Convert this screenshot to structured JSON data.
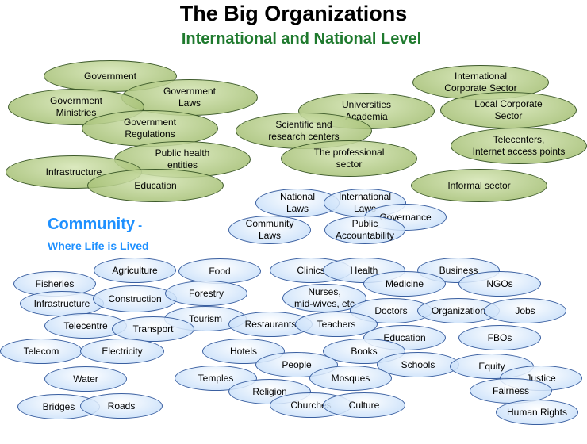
{
  "title": "The Big Organizations",
  "subtitle": "International and National Level",
  "community_heading": "Community",
  "community_dash": " -",
  "community_sub": "Where Life is Lived",
  "colors": {
    "title": "#000000",
    "subtitle": "#1f7a2e",
    "community": "#1e90ff",
    "green_ellipse": "#9bb864",
    "blue_ellipse": "#c8dff8"
  },
  "national_nodes": [
    {
      "id": "government",
      "label": "Government"
    },
    {
      "id": "government-laws",
      "label": "Government\nLaws"
    },
    {
      "id": "government-ministries",
      "label": "Government\nMinistries"
    },
    {
      "id": "government-regulations",
      "label": "Government\nRegulations"
    },
    {
      "id": "public-health-entities",
      "label": "Public health\nentities"
    },
    {
      "id": "infrastructure",
      "label": "Infrastructure"
    },
    {
      "id": "education",
      "label": "Education"
    },
    {
      "id": "universities-academia",
      "label": "Universities\nAcademia"
    },
    {
      "id": "scientific-research-centers",
      "label": "Scientific and\nresearch centers"
    },
    {
      "id": "professional-sector",
      "label": "The professional\nsector"
    },
    {
      "id": "international-corporate-sector",
      "label": "International\nCorporate Sector"
    },
    {
      "id": "local-corporate-sector",
      "label": "Local Corporate\nSector"
    },
    {
      "id": "telecenters",
      "label": "Telecenters,\nInternet access points"
    },
    {
      "id": "informal-sector",
      "label": "Informal sector"
    }
  ],
  "governance_nodes": [
    {
      "id": "national-laws",
      "label": "National\nLaws"
    },
    {
      "id": "international-laws",
      "label": "International\nLaws"
    },
    {
      "id": "governance",
      "label": "Governance"
    },
    {
      "id": "community-laws",
      "label": "Community\nLaws"
    },
    {
      "id": "public-accountability",
      "label": "Public\nAccountability"
    }
  ],
  "community_nodes": [
    {
      "id": "agriculture",
      "label": "Agriculture"
    },
    {
      "id": "food",
      "label": "Food"
    },
    {
      "id": "fisheries",
      "label": "Fisheries"
    },
    {
      "id": "infrastructure",
      "label": "Infrastructure"
    },
    {
      "id": "construction",
      "label": "Construction"
    },
    {
      "id": "forestry",
      "label": "Forestry"
    },
    {
      "id": "tourism",
      "label": "Tourism"
    },
    {
      "id": "telecentre",
      "label": "Telecentre"
    },
    {
      "id": "transport",
      "label": "Transport"
    },
    {
      "id": "telecom",
      "label": "Telecom"
    },
    {
      "id": "electricity",
      "label": "Electricity"
    },
    {
      "id": "water",
      "label": "Water"
    },
    {
      "id": "bridges",
      "label": "Bridges"
    },
    {
      "id": "roads",
      "label": "Roads"
    },
    {
      "id": "clinics",
      "label": "Clinics"
    },
    {
      "id": "health",
      "label": "Health"
    },
    {
      "id": "business",
      "label": "Business"
    },
    {
      "id": "medicine",
      "label": "Medicine"
    },
    {
      "id": "ngos",
      "label": "NGOs"
    },
    {
      "id": "nurses-midwives",
      "label": "Nurses,\nmid-wives, etc"
    },
    {
      "id": "doctors",
      "label": "Doctors"
    },
    {
      "id": "organization",
      "label": "Organization"
    },
    {
      "id": "jobs",
      "label": "Jobs"
    },
    {
      "id": "restaurants",
      "label": "Restaurants"
    },
    {
      "id": "teachers",
      "label": "Teachers"
    },
    {
      "id": "education",
      "label": "Education"
    },
    {
      "id": "fbos",
      "label": "FBOs"
    },
    {
      "id": "hotels",
      "label": "Hotels"
    },
    {
      "id": "books",
      "label": "Books"
    },
    {
      "id": "people",
      "label": "People"
    },
    {
      "id": "schools",
      "label": "Schools"
    },
    {
      "id": "equity",
      "label": "Equity"
    },
    {
      "id": "justice",
      "label": "Justice"
    },
    {
      "id": "temples",
      "label": "Temples"
    },
    {
      "id": "mosques",
      "label": "Mosques"
    },
    {
      "id": "religion",
      "label": "Religion"
    },
    {
      "id": "fairness",
      "label": "Fairness"
    },
    {
      "id": "churches",
      "label": "Churches"
    },
    {
      "id": "culture",
      "label": "Culture"
    },
    {
      "id": "human-rights",
      "label": "Human Rights"
    }
  ]
}
